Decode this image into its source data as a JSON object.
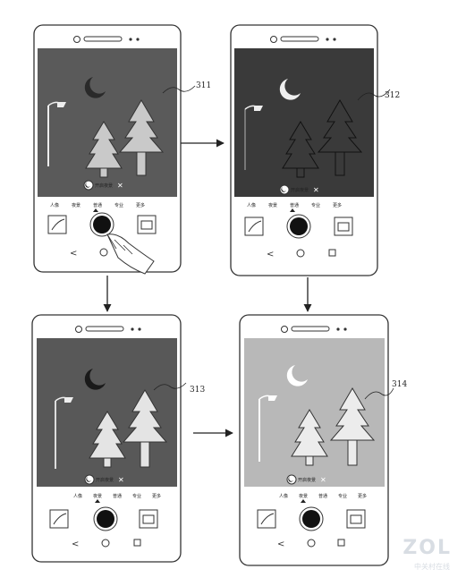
{
  "colors": {
    "stroke": "#333333",
    "screen_dark": "#3a3a3a",
    "screen_mid": "#5a5a5a",
    "screen_light": "#b8b8b8",
    "tree_light": "#e4e4e4",
    "tree_dark": "#3a3a3a",
    "moon_dark": "#2a2a2a"
  },
  "phones": [
    {
      "ref_label": "311",
      "modes": [
        "人像",
        "夜景",
        "普通",
        "专业",
        "更多"
      ],
      "badge": "开启夜景"
    },
    {
      "ref_label": "312",
      "modes": [
        "人像",
        "夜景",
        "普通",
        "专业",
        "更多"
      ],
      "badge": "开启夜景"
    },
    {
      "ref_label": "313",
      "modes": [
        "人像",
        "夜景",
        "普通",
        "专业",
        "更多"
      ],
      "badge": "开启夜景"
    },
    {
      "ref_label": "314",
      "modes": [
        "人像",
        "夜景",
        "普通",
        "专业",
        "更多"
      ],
      "badge": "开启夜景"
    }
  ],
  "icons": [
    "camera-icon",
    "moon-icon",
    "tree-icon",
    "streetlamp-icon",
    "hand-icon",
    "back-nav-icon",
    "home-nav-icon",
    "recent-nav-icon",
    "gallery-icon",
    "switch-camera-icon",
    "arrow-icon"
  ],
  "watermark": {
    "brand": "ZOL",
    "sub": "中关村在线"
  }
}
